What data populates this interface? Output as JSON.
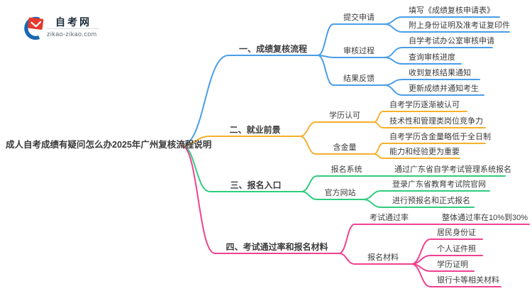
{
  "logo": {
    "site_name": "自考网",
    "site_url": "zikao-zikao.com"
  },
  "root": {
    "label": "成人自考成绩有疑问怎么办2025年广州复核流程说明"
  },
  "colors": {
    "branch1": "#4a9ee8",
    "branch2": "#f6b02f",
    "bran3_note": "",
    "branch3": "#30cc7e",
    "branch4": "#f0418f",
    "text": "#3c3c3c",
    "logo_navy": "#1d2b3a",
    "logo_red": "#e8372c",
    "logo_blue": "#1b67b2"
  },
  "branches": [
    {
      "label": "一、成绩复核流程",
      "children": [
        {
          "label": "提交申请",
          "children": [
            {
              "label": "填写《成绩复核申请表》"
            },
            {
              "label": "附上身份证明及准考证复印件"
            }
          ]
        },
        {
          "label": "审核过程",
          "children": [
            {
              "label": "自学考试办公室审核申请"
            },
            {
              "label": "查询审核进度"
            }
          ]
        },
        {
          "label": "结果反馈",
          "children": [
            {
              "label": "收到复核结果通知"
            },
            {
              "label": "更新成绩并通知考生"
            }
          ]
        }
      ]
    },
    {
      "label": "二、就业前景",
      "children": [
        {
          "label": "学历认可",
          "children": [
            {
              "label": "自考学历逐渐被认可"
            },
            {
              "label": "技术性和管理类岗位竞争力"
            }
          ]
        },
        {
          "label": "含金量",
          "children": [
            {
              "label": "自考学历含金量略低于全日制"
            },
            {
              "label": "能力和经验更为重要"
            }
          ]
        }
      ]
    },
    {
      "label": "三、报名入口",
      "children": [
        {
          "label": "报名系统",
          "children": [
            {
              "label": "通过广东省自学考试管理系统报名"
            }
          ]
        },
        {
          "label": "官方网站",
          "children": [
            {
              "label": "登录广东省教育考试院官网"
            },
            {
              "label": "进行预报名和正式报名"
            }
          ]
        }
      ]
    },
    {
      "label": "四、考试通过率和报名材料",
      "children": [
        {
          "label": "考试通过率",
          "children": [
            {
              "label": "整体通过率在10%到30%"
            }
          ]
        },
        {
          "label": "报名材料",
          "children": [
            {
              "label": "居民身份证"
            },
            {
              "label": "个人证件照"
            },
            {
              "label": "学历证明"
            },
            {
              "label": "银行卡等相关材料"
            }
          ]
        }
      ]
    }
  ]
}
